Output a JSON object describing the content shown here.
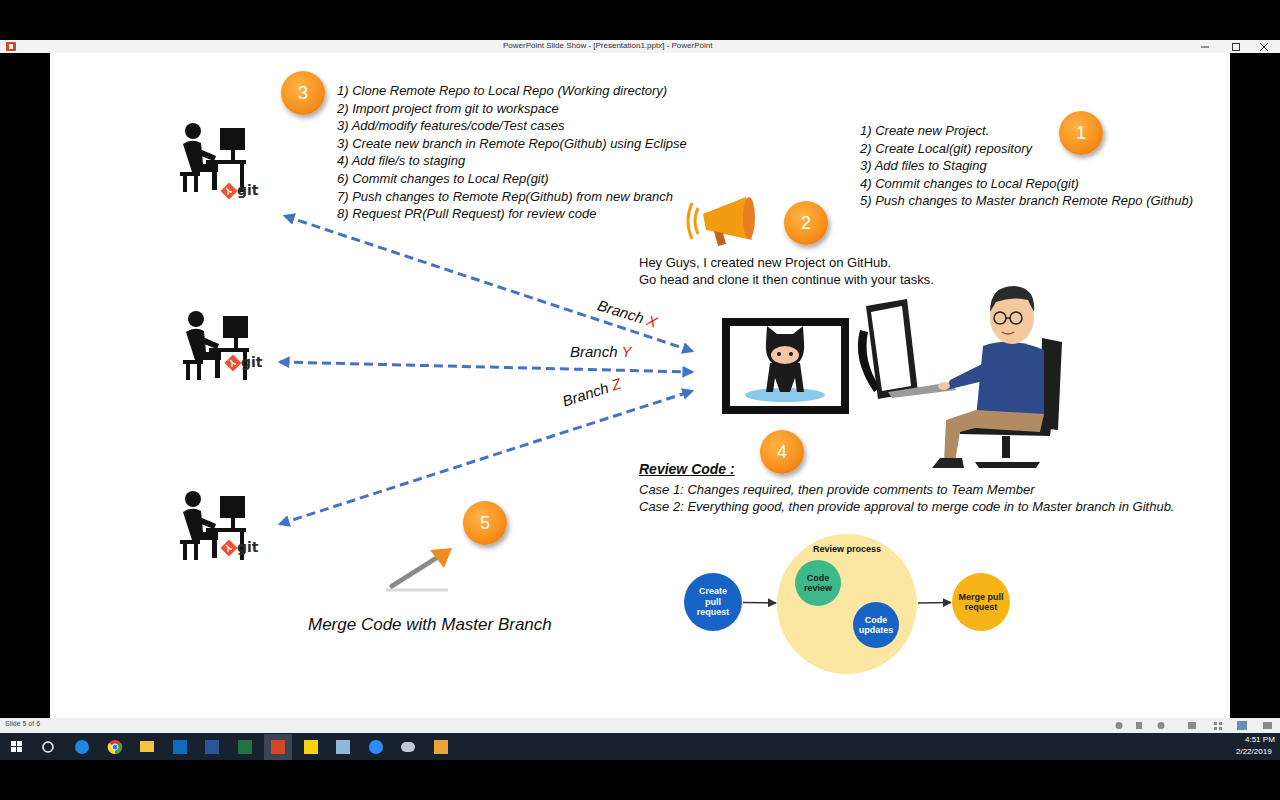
{
  "diagram": {
    "nodes": [
      {
        "text": [
          "3"
        ]
      },
      {
        "text": [
          "1"
        ]
      },
      {
        "text": [
          "2"
        ]
      },
      {
        "text": [
          "4"
        ]
      },
      {
        "text": [
          "5"
        ]
      },
      {
        "text": [
          "Create pull request"
        ]
      },
      {
        "text": [
          "Review process"
        ]
      },
      {
        "text": [
          "Code review"
        ],
        "in": 6
      },
      {
        "text": [
          "Code updates"
        ],
        "in": 6
      },
      {
        "text": [
          "Merge pull request"
        ]
      }
    ],
    "edges": [
      {
        "from": 5,
        "to": 6,
        "arrow": "to"
      },
      {
        "from": 7,
        "to": 8,
        "arrow": "to"
      },
      {
        "from": 8,
        "to": 7,
        "arrow": "to"
      },
      {
        "from": 6,
        "to": 9,
        "arrow": "to"
      }
    ],
    "labels": [
      "PowerPoint Slide Show - [Presentation1.pptx] - PowerPoint",
      "1) Clone Remote Repo to Local Repo (Working directory)",
      "2) Import project from git to workspace",
      "3) Add/modify features/code/Test cases",
      "3) Create new branch in Remote Repo(Github) using Eclipse",
      "4) Add file/s to staging",
      "6) Commit changes to Local Rep(git)",
      "7) Push changes to Remote Rep(Github) from new branch",
      "8) Request PR(Pull Request) for review code",
      "1) Create new Project.",
      "2) Create Local(git) repository",
      "3) Add files to Staging",
      "4) Commit changes to Local Repo(git)",
      "5) Push changes to Master branch Remote Repo (Github)",
      "Hey Guys, I created new Project on GitHub.",
      "Go head and clone it then continue with your tasks.",
      "git",
      "Branch",
      "X",
      "Branch",
      "Y",
      "git",
      "Branch",
      "Z",
      "Review Code :",
      "Case 1: Changes required, then provide comments to Team Member",
      "Case 2: Everything good, then provide approval to merge code in to Master branch in Github.",
      "git",
      "Merge Code with Master Branch",
      "Slide 5 of 6",
      "4:51 PM",
      "2/22/2019"
    ]
  }
}
